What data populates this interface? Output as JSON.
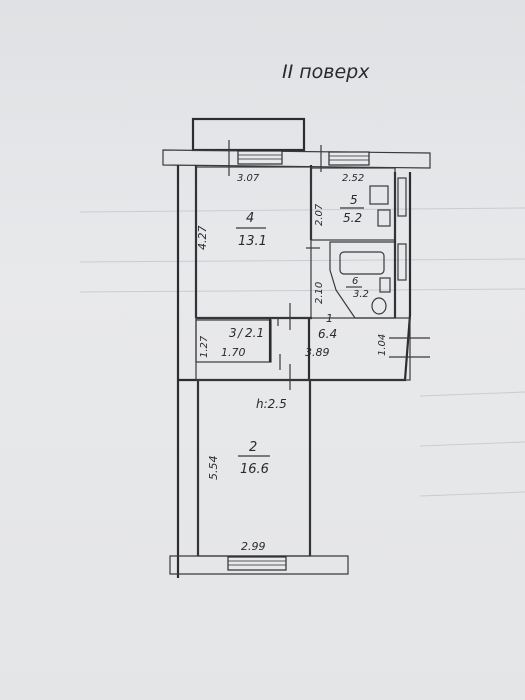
{
  "floor_title": "II поверх",
  "ceiling_height": "h:2.5",
  "rooms": [
    {
      "id": "room-4",
      "number": "4",
      "area": "13.1"
    },
    {
      "id": "room-5",
      "number": "5",
      "area": "5.2"
    },
    {
      "id": "room-3",
      "number": "3",
      "area": "2.1"
    },
    {
      "id": "room-1",
      "number": "1",
      "area": "6.4"
    },
    {
      "id": "room-6",
      "number": "6",
      "area": "3.2"
    },
    {
      "id": "room-2",
      "number": "2",
      "area": "16.6"
    }
  ],
  "dimensions": {
    "top_room4": "3.07",
    "top_room5": "2.52",
    "left_room4": "4.27",
    "room5_side": "2.07",
    "room6_side": "2.10",
    "left_hall": "1.27",
    "hall_w1": "1.70",
    "hall_w2": "3.89",
    "right_hall": "1.04",
    "left_room2": "5.54",
    "bottom_room2": "2.99"
  }
}
